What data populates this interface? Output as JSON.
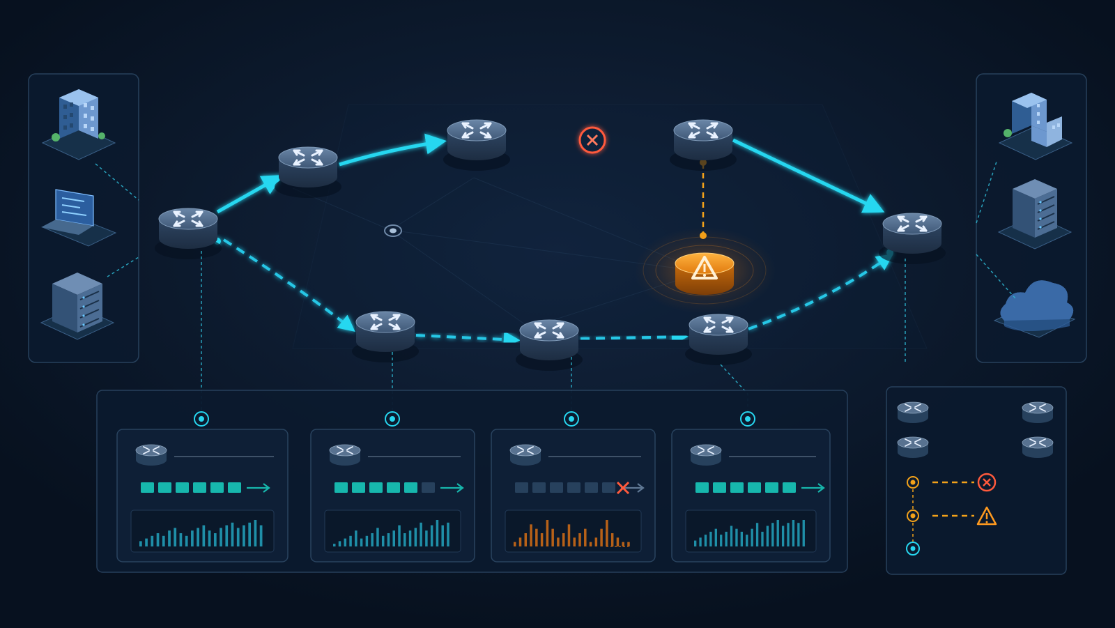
{
  "colors": {
    "background": "#07111f",
    "panel_fill": "#0b1a2e",
    "panel_stroke": "#29435f",
    "primary_path": "#27d7f0",
    "backup_path": "#25c7e6",
    "failed_link": "#f3a21a",
    "error": "#ff5a3c",
    "warning": "#ff9a1f",
    "router_top": "#5a7493",
    "router_side": "#2c405a",
    "router_arrows": "#e9f2ff",
    "traffic_good": "#17b7ad",
    "traffic_dim": "#27415d",
    "chart_good": "#1f8fa8",
    "chart_bad": "#b76118",
    "device_blue": "#3d74b7"
  },
  "source_panel": {
    "devices": [
      {
        "name": "office-building",
        "icon": "building-icon"
      },
      {
        "name": "laptop",
        "icon": "laptop-icon"
      },
      {
        "name": "server-rack",
        "icon": "server-icon"
      }
    ]
  },
  "destination_panel": {
    "devices": [
      {
        "name": "office-building",
        "icon": "building-icon"
      },
      {
        "name": "server-rack",
        "icon": "server-icon"
      },
      {
        "name": "cloud",
        "icon": "cloud-icon"
      }
    ]
  },
  "routers": [
    {
      "id": "edge-left",
      "icon": "router-icon"
    },
    {
      "id": "top-1",
      "icon": "router-icon"
    },
    {
      "id": "top-2",
      "icon": "router-icon"
    },
    {
      "id": "top-3",
      "icon": "router-icon"
    },
    {
      "id": "edge-right",
      "icon": "router-icon"
    },
    {
      "id": "bottom-1",
      "icon": "router-icon"
    },
    {
      "id": "bottom-2",
      "icon": "router-icon"
    },
    {
      "id": "bottom-3",
      "icon": "router-icon"
    }
  ],
  "faulty_node": {
    "icon": "warning-icon",
    "status": "warning"
  },
  "failed_link_marker": {
    "icon": "error-x-icon",
    "status": "failed"
  },
  "status_cards": [
    {
      "id": "card-1",
      "status": "ok",
      "traffic_blocks": 6,
      "active_blocks": 6,
      "failed": false,
      "bars": [
        2,
        3,
        4,
        5,
        4,
        6,
        7,
        5,
        4,
        6,
        7,
        8,
        6,
        5,
        7,
        8,
        9,
        7,
        8,
        9,
        10,
        8
      ]
    },
    {
      "id": "card-2",
      "status": "ok",
      "traffic_blocks": 6,
      "active_blocks": 5,
      "failed": false,
      "bars": [
        1,
        2,
        3,
        4,
        6,
        3,
        4,
        5,
        7,
        4,
        5,
        6,
        8,
        5,
        6,
        7,
        9,
        6,
        8,
        10,
        8,
        9
      ]
    },
    {
      "id": "card-3",
      "status": "failed",
      "traffic_blocks": 6,
      "active_blocks": 0,
      "failed": true,
      "bars": [
        1,
        2,
        3,
        5,
        4,
        3,
        6,
        4,
        2,
        3,
        5,
        2,
        3,
        4,
        1,
        2,
        4,
        6,
        3,
        2,
        1,
        1
      ]
    },
    {
      "id": "card-4",
      "status": "ok",
      "traffic_blocks": 6,
      "active_blocks": 6,
      "failed": false,
      "bars": [
        2,
        3,
        4,
        5,
        6,
        4,
        5,
        7,
        6,
        5,
        4,
        6,
        8,
        5,
        7,
        8,
        9,
        7,
        8,
        9,
        8,
        9
      ]
    }
  ],
  "legend": {
    "items": [
      {
        "type": "primary-link",
        "icon_left": "router-icon",
        "icon_right": "router-icon"
      },
      {
        "type": "backup-link",
        "icon_left": "router-icon",
        "icon_right": "router-icon"
      },
      {
        "type": "failed-link",
        "icon_left": "node-dot-icon",
        "icon_right": "error-x-icon"
      },
      {
        "type": "warning-link",
        "icon_left": "node-dot-icon",
        "icon_right": "warning-icon"
      },
      {
        "type": "active-node",
        "icon_left": "node-dot-icon"
      }
    ]
  }
}
